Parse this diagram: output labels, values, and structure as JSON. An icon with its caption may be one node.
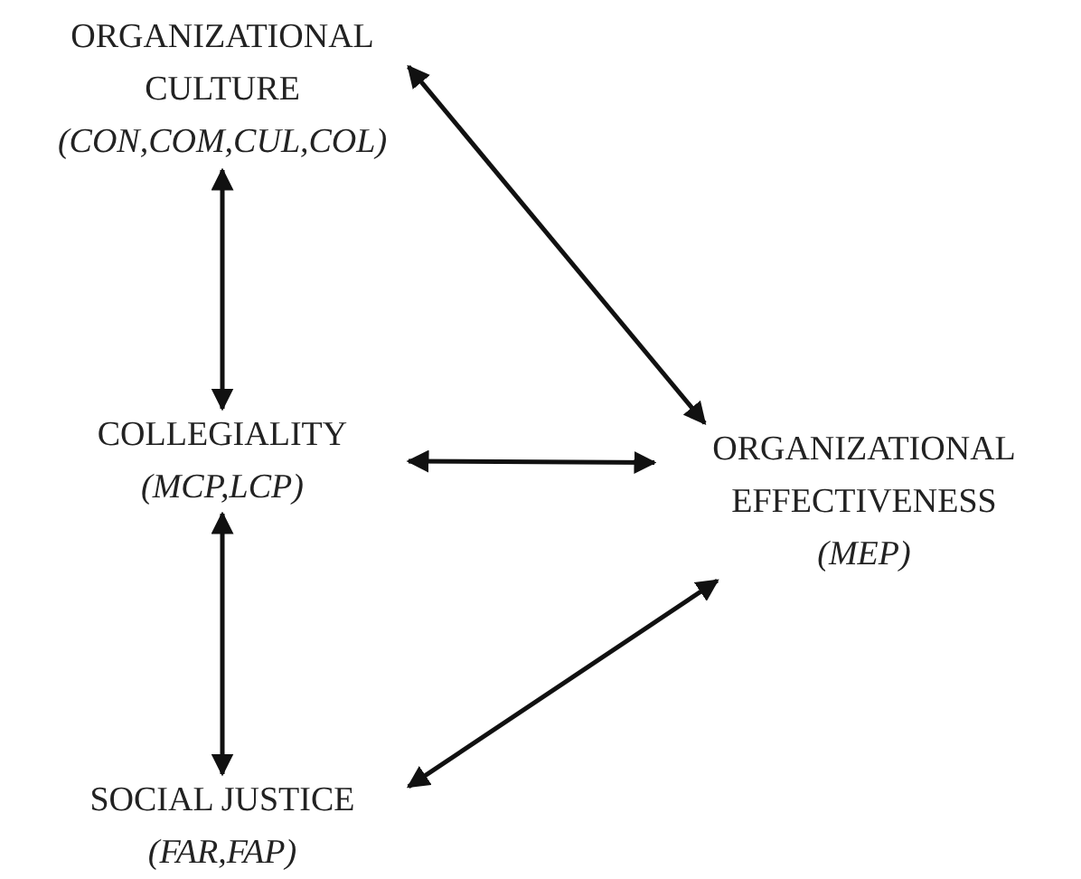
{
  "diagram": {
    "nodes": [
      {
        "text": [
          "ORGANIZATIONAL CULTURE",
          "(CON,COM,CUL,COL)"
        ]
      },
      {
        "text": [
          "COLLEGIALITY",
          "(MCP,LCP)"
        ]
      },
      {
        "text": [
          "SOCIAL JUSTICE",
          "(FAR,FAP)"
        ]
      },
      {
        "text": [
          "ORGANIZATIONAL EFFECTIVENESS",
          "(MEP)"
        ]
      }
    ],
    "edges": [
      {
        "from": 0,
        "to": 3,
        "arrow": "both"
      },
      {
        "from": 0,
        "to": 1,
        "arrow": "both"
      },
      {
        "from": 1,
        "to": 3,
        "arrow": "both"
      },
      {
        "from": 1,
        "to": 2,
        "arrow": "both"
      },
      {
        "from": 2,
        "to": 3,
        "arrow": "both"
      }
    ]
  }
}
